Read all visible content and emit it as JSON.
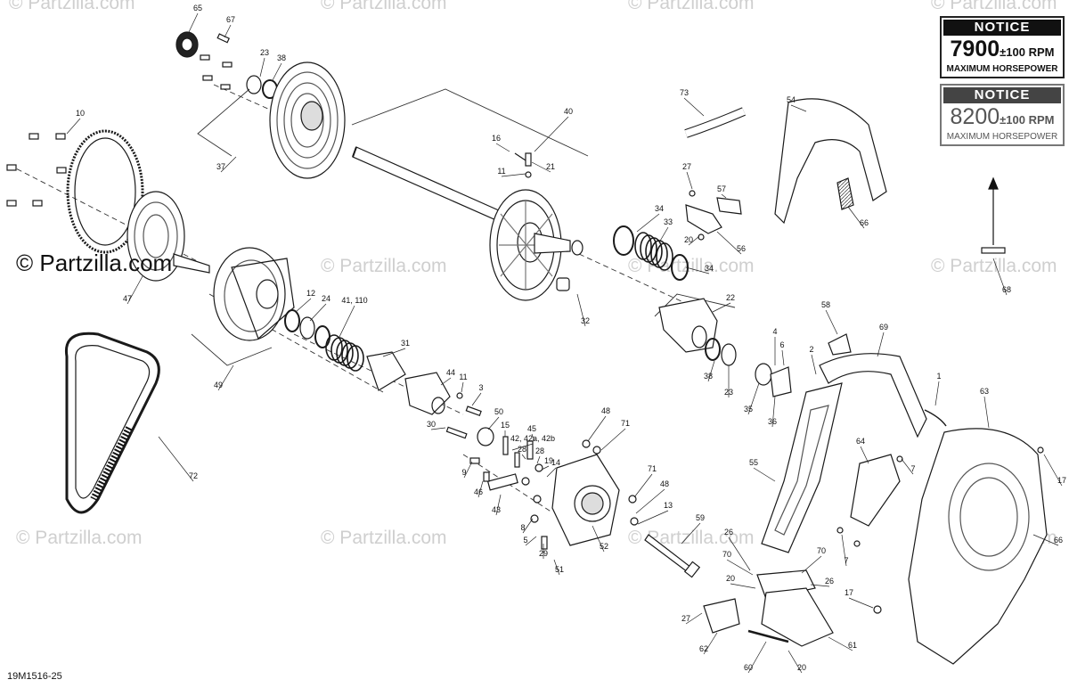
{
  "watermark_text": "© Partzilla.com",
  "brand_text": "© Partzilla.com",
  "diagram_id": "19M1516-25",
  "notices": [
    {
      "heading": "NOTICE",
      "rpm_main": "7900",
      "rpm_tol": "±100 RPM",
      "subtitle": "MAXIMUM HORSEPOWER"
    },
    {
      "heading": "NOTICE",
      "rpm_main": "8200",
      "rpm_tol": "±100 RPM",
      "subtitle": "MAXIMUM HORSEPOWER"
    }
  ],
  "callouts": [
    {
      "n": "65"
    },
    {
      "n": "67"
    },
    {
      "n": "23"
    },
    {
      "n": "38"
    },
    {
      "n": "10"
    },
    {
      "n": "37"
    },
    {
      "n": "40"
    },
    {
      "n": "16"
    },
    {
      "n": "11"
    },
    {
      "n": "21"
    },
    {
      "n": "73"
    },
    {
      "n": "54"
    },
    {
      "n": "27"
    },
    {
      "n": "57"
    },
    {
      "n": "20"
    },
    {
      "n": "56"
    },
    {
      "n": "66"
    },
    {
      "n": "34"
    },
    {
      "n": "33"
    },
    {
      "n": "34"
    },
    {
      "n": "68"
    },
    {
      "n": "47"
    },
    {
      "n": "12"
    },
    {
      "n": "24"
    },
    {
      "n": "41, 110"
    },
    {
      "n": "31"
    },
    {
      "n": "32"
    },
    {
      "n": "22"
    },
    {
      "n": "58"
    },
    {
      "n": "69"
    },
    {
      "n": "4"
    },
    {
      "n": "6"
    },
    {
      "n": "2"
    },
    {
      "n": "38"
    },
    {
      "n": "23"
    },
    {
      "n": "35"
    },
    {
      "n": "36"
    },
    {
      "n": "1"
    },
    {
      "n": "63"
    },
    {
      "n": "49"
    },
    {
      "n": "44"
    },
    {
      "n": "11"
    },
    {
      "n": "3"
    },
    {
      "n": "50"
    },
    {
      "n": "30"
    },
    {
      "n": "42, 42a, 42b"
    },
    {
      "n": "48"
    },
    {
      "n": "71"
    },
    {
      "n": "15"
    },
    {
      "n": "45"
    },
    {
      "n": "28"
    },
    {
      "n": "28"
    },
    {
      "n": "19"
    },
    {
      "n": "9"
    },
    {
      "n": "14"
    },
    {
      "n": "46"
    },
    {
      "n": "43"
    },
    {
      "n": "71"
    },
    {
      "n": "48"
    },
    {
      "n": "13"
    },
    {
      "n": "8"
    },
    {
      "n": "5"
    },
    {
      "n": "29"
    },
    {
      "n": "51"
    },
    {
      "n": "52"
    },
    {
      "n": "72"
    },
    {
      "n": "55"
    },
    {
      "n": "64"
    },
    {
      "n": "7"
    },
    {
      "n": "7"
    },
    {
      "n": "17"
    },
    {
      "n": "66"
    },
    {
      "n": "59"
    },
    {
      "n": "26"
    },
    {
      "n": "70"
    },
    {
      "n": "70"
    },
    {
      "n": "20"
    },
    {
      "n": "26"
    },
    {
      "n": "17"
    },
    {
      "n": "27"
    },
    {
      "n": "62"
    },
    {
      "n": "61"
    },
    {
      "n": "60"
    },
    {
      "n": "20"
    }
  ]
}
